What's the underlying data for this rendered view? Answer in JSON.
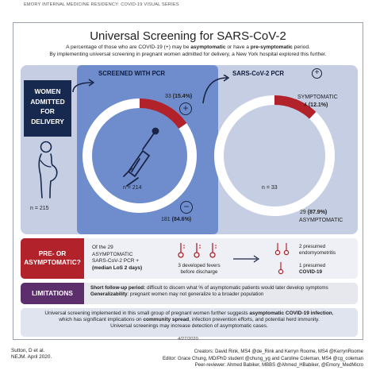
{
  "header": {
    "series": "EMORY INTERNAL MEDICINE RESIDENCY: COVID-19 VISUAL SERIES",
    "title": "Universal Screening for SARS-CoV-2"
  },
  "intro": {
    "line1_a": "A percentage of those who are COVID-19 (+) may be ",
    "line1_b": "asymptomatic",
    "line1_c": " or have a ",
    "line1_d": "pre-symptomatic",
    "line1_e": " period.",
    "line2": "By implementing universal screening in pregnant women admitted for delivery, a New York hospital explored this further."
  },
  "women": {
    "line1": "WOMEN",
    "line2": "ADMITTED",
    "line3": "FOR",
    "line4": "Delivery",
    "n": "n = 215"
  },
  "screened": {
    "title": "SCREENED WITH PCR",
    "pos_count": "33 ",
    "pos_pct": "(15.4%)",
    "n": "n = 214",
    "neg_count": "181 ",
    "neg_pct": "(84.6%)",
    "plus_icon": "+",
    "minus_icon": "−"
  },
  "pcrpos": {
    "title": "SARS-CoV-2 PCR",
    "plus_icon": "+",
    "symp_label": "SYMPTOMATIC",
    "symp_count": "4 ",
    "symp_pct": "(12.1%)",
    "n": "n = 33",
    "asymp_count": "29 ",
    "asymp_pct": "(87.9%)",
    "asymp_label": "ASYMPTOMATIC"
  },
  "presymp": {
    "label_1": "PRE- OR",
    "label_2": "ASYMPTOMATIC?",
    "desc_1": "Of the 29",
    "desc_2": "ASYMPTOMATIC",
    "desc_3": "SARS-CoV-2 PCR +",
    "desc_4": "(median LoS 2 days)",
    "fever_1": "3 developed fevers",
    "fever_2": "before discharge",
    "outcome1_a": "2 presumed",
    "outcome1_b": "endomyometritis",
    "outcome2_a": "1 presumed",
    "outcome2_b": "COVID-19"
  },
  "limitations": {
    "label": "LIMITATIONS",
    "item1_bold": "Short follow-up period:",
    "item1_text": " difficult to discern what % of asymptomatic patients would later develop symptoms",
    "item2_bold": "Generalizability",
    "item2_text": ": pregnant women may not generalize to a broader population"
  },
  "conclusion": {
    "l1_a": "Universal screening implemented in this small group of pregnant women further suggests ",
    "l1_b": "asymptomatic COVID-19 infection",
    "l1_c": ",",
    "l2_a": "which has significant implications on ",
    "l2_b": "community spread",
    "l2_c": ", infection prevention efforts, and potential herd immunity.",
    "l3": "Universal screenings may increase detection of asymptomatic cases."
  },
  "footer": {
    "date": "4/27/2020",
    "cite_1": "Sutton, D et al.",
    "cite_2": "NEJM. April 2020.",
    "creators": "Creators:  David Rink, MS4 @de_Rink and Kerryn Roome, MS4 @KerrynRoome",
    "editor": "Editor: Grace Chung, MD/PhD student @chung_yg and Caroline Coleman, MS4 @cg_coleman",
    "reviewer": "Peer-reviewer: Ahmed Babiker, MBBS @Ahmed_HBabiker, @Emory_MedMicro"
  },
  "chart_data": [
    {
      "type": "pie",
      "categories": [
        "positive",
        "negative"
      ],
      "values": [
        15.4,
        84.6
      ]
    },
    {
      "type": "pie",
      "categories": [
        "symptomatic",
        "asymptomatic"
      ],
      "values": [
        12.1,
        87.9
      ]
    }
  ],
  "colors": {
    "navy": "#17294e",
    "red": "#b1222a",
    "purple": "#5c2e6b",
    "panel_blue": "#6f8dcc",
    "light_blue": "#c5cee3"
  }
}
